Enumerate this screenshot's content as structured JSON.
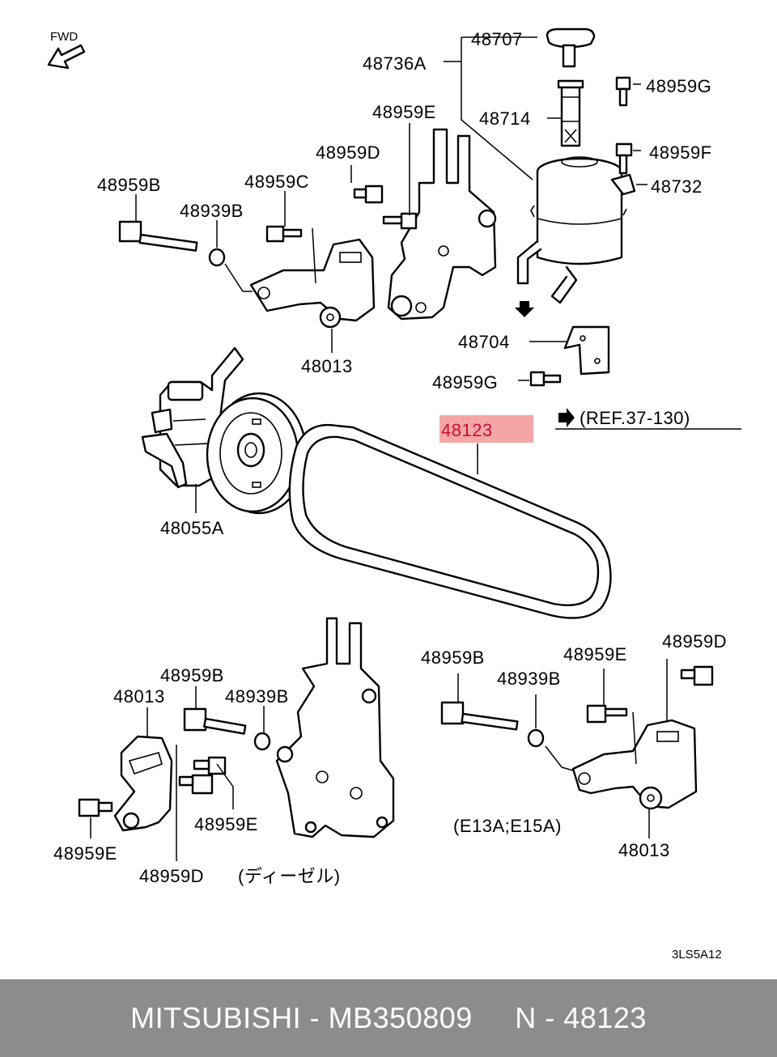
{
  "diagram": {
    "fwd_label": "FWD",
    "highlight_color": "#f4a6a6",
    "highlighted_part": "48123",
    "ref_text": "(REF.37-130)",
    "note_engine": "(E13A;E15A)",
    "note_diesel": "(ディーゼル)",
    "drawing_code": "3LS5A12",
    "labels": {
      "p48707": "48707",
      "p48736A": "48736A",
      "p48959G_top": "48959G",
      "p48959E_top": "48959E",
      "p48714": "48714",
      "p48959F": "48959F",
      "p48959D_top": "48959D",
      "p48732": "48732",
      "p48959B_top": "48959B",
      "p48959C": "48959C",
      "p48939B_top": "48939B",
      "p48013_top": "48013",
      "p48704": "48704",
      "p48959G_mid": "48959G",
      "p48123": "48123",
      "p48055A": "48055A",
      "p48959B_bl": "48959B",
      "p48013_bl": "48013",
      "p48939B_bl": "48939B",
      "p48959E_bl_right": "48959E",
      "p48959E_bl_left": "48959E",
      "p48959D_bl": "48959D",
      "p48959B_br": "48959B",
      "p48959E_br": "48959E",
      "p48959D_br": "48959D",
      "p48939B_br": "48939B",
      "p48013_br": "48013"
    }
  },
  "footer": {
    "text": "MITSUBISHI - MB350809     N - 48123",
    "background": "#8c8c8c"
  }
}
